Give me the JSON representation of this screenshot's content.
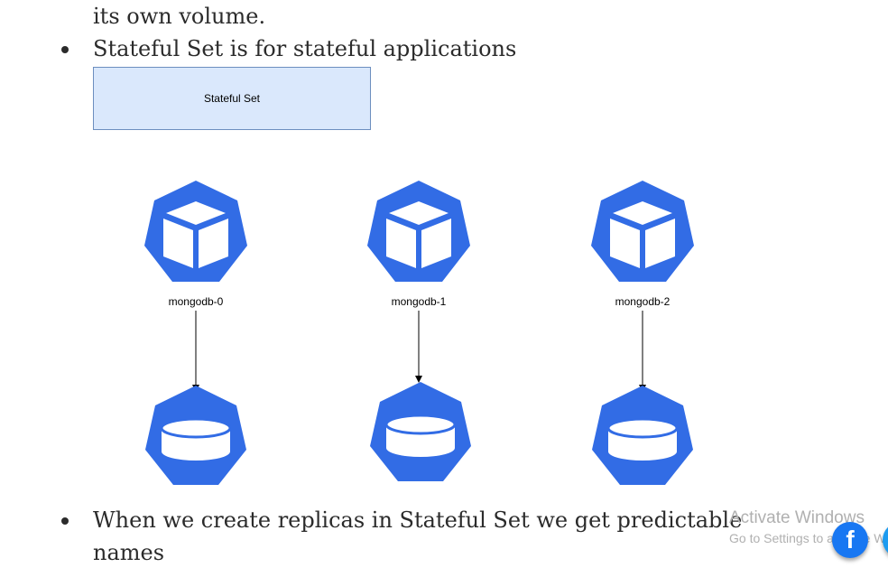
{
  "doc": {
    "line_top": "its own volume.",
    "bullet_1": "Stateful Set is for stateful applications",
    "bullet_2_line1": "When we create replicas in Stateful Set we get predictable",
    "bullet_2_line2": "names"
  },
  "diagram": {
    "box_label": "Stateful Set",
    "pods": [
      {
        "label": "mongodb-0"
      },
      {
        "label": "mongodb-1"
      },
      {
        "label": "mongodb-2"
      }
    ],
    "icon_color": "#326ce5",
    "box_fill": "#dae8fc",
    "box_stroke": "#6c8ebf"
  },
  "overlay": {
    "watermark_title": "Activate Windows",
    "watermark_sub": "Go to Settings to activate Windows.",
    "facebook_icon": "facebook-icon",
    "share_icon": "share-icon"
  }
}
